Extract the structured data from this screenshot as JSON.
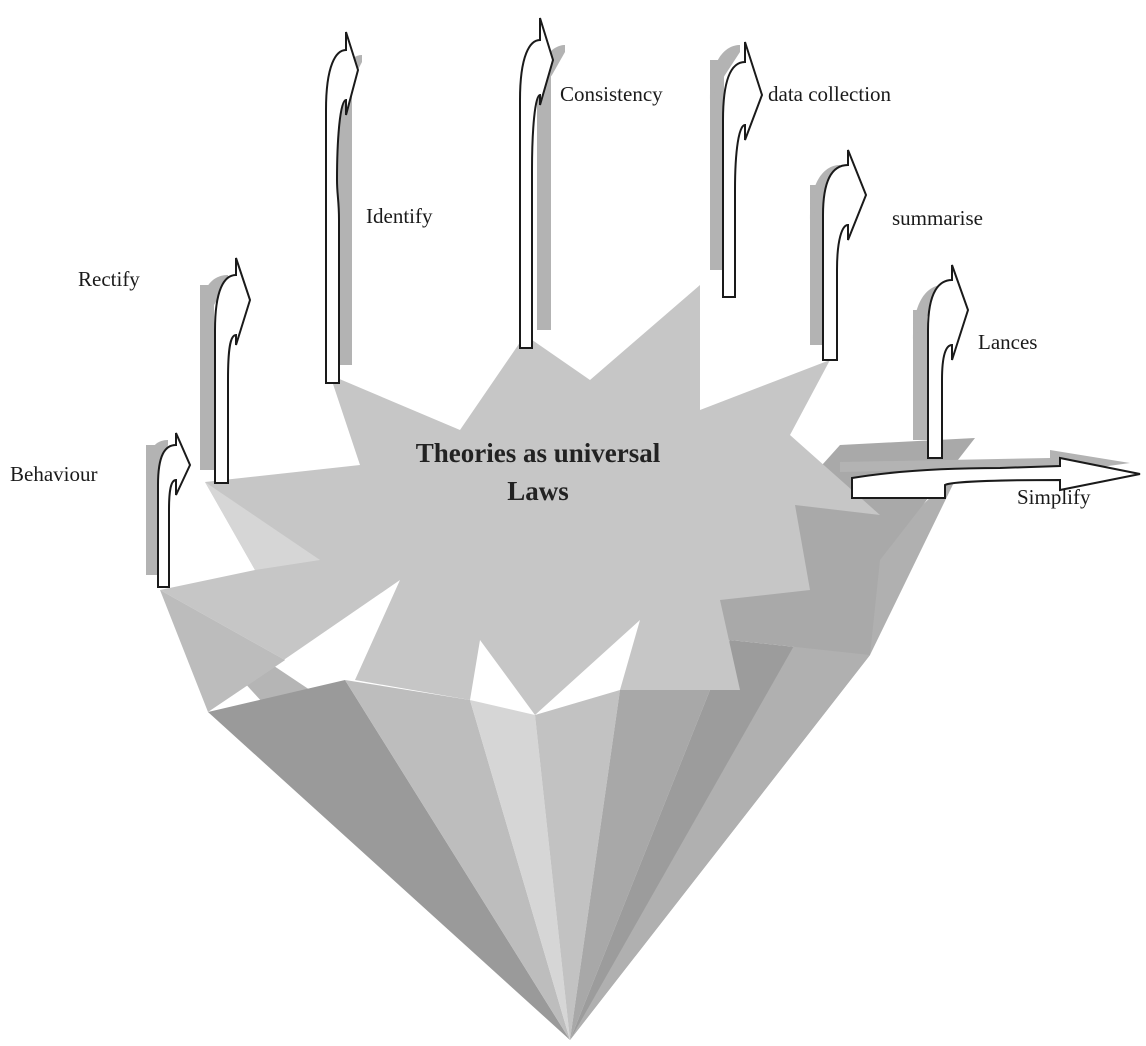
{
  "diagram": {
    "title_line1": "Theories as universal",
    "title_line2": "Laws",
    "labels": {
      "behaviour": "Behaviour",
      "rectify": "Rectify",
      "identify": "Identify",
      "consistency": "Consistency",
      "data_collection": "data collection",
      "summarise": "summarise",
      "lances": "Lances",
      "simplify": "Simplify"
    }
  },
  "colors": {
    "star_face": "#c4c4c4",
    "pyramid_light": "#cfcfcf",
    "pyramid_mid": "#b4b4b4",
    "pyramid_dark": "#9a9a9a",
    "arrow_shadow": "#b3b3b3",
    "arrow_fill": "#ffffff",
    "outline": "#1a1a1a"
  }
}
